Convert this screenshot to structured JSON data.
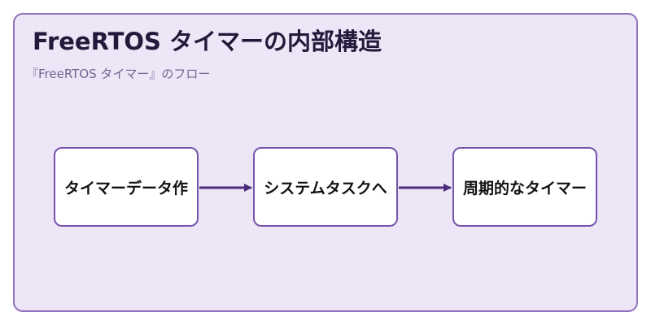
{
  "diagram": {
    "title": "FreeRTOS タイマーの内部構造",
    "subtitle": "『FreeRTOS タイマー』のフロー",
    "nodes": [
      {
        "label": "タイマーデータ作"
      },
      {
        "label": "システムタスクへ"
      },
      {
        "label": "周期的なタイマー"
      }
    ],
    "edges": [
      {
        "from": 0,
        "to": 1
      },
      {
        "from": 1,
        "to": 2
      }
    ]
  },
  "colors": {
    "background": "#ede6f6",
    "panel_border": "#8e72bb",
    "node_border": "#7654ad",
    "arrow": "#4a2d7a",
    "title": "#221a3a",
    "subtitle": "#6e6790"
  }
}
